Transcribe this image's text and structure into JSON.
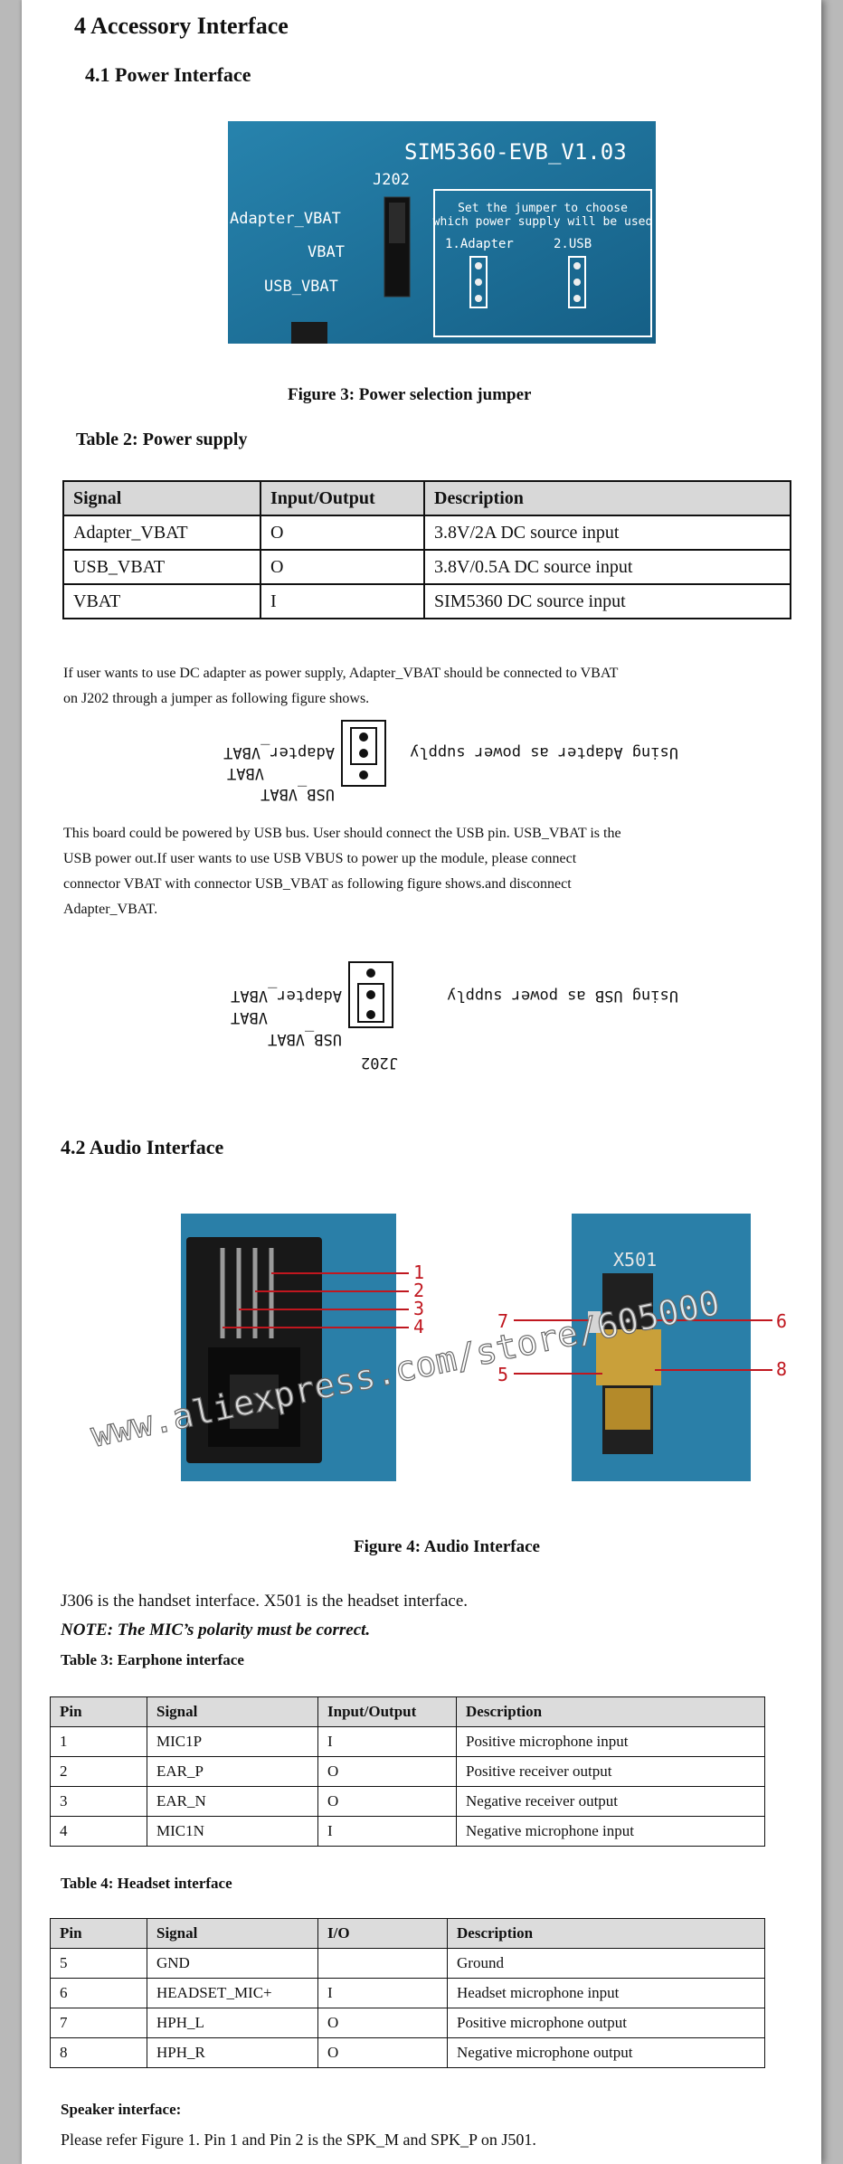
{
  "section": {
    "title": "4 Accessory Interface",
    "power_title": "4.1 Power Interface",
    "audio_title": "4.2 Audio Interface"
  },
  "figure3": {
    "board_label": "SIM5360-EVB_V1.03",
    "header_label": "J202",
    "pin_labels": [
      "Adapter_VBAT",
      "VBAT",
      "USB_VBAT"
    ],
    "note_lines": [
      "Set the jumper to choose",
      "which power supply will be used"
    ],
    "option_labels": [
      "1.Adapter",
      "2.USB"
    ],
    "caption": "Figure 3: Power selection jumper",
    "colors": {
      "board": "#1d6f98",
      "silk": "#ffffff"
    }
  },
  "table2": {
    "caption": "Table 2: Power supply",
    "headers": [
      "Signal",
      "Input/Output",
      "Description"
    ],
    "rows": [
      [
        "Adapter_VBAT",
        "O",
        "3.8V/2A DC source input"
      ],
      [
        "USB_VBAT",
        "O",
        "3.8V/0.5A DC source input"
      ],
      [
        "VBAT",
        "I",
        "SIM5360 DC source input"
      ]
    ]
  },
  "para1": {
    "lines": [
      "If user  wants to use DC  adapter as power  supply, Adapter_VBAT should  be connected to  VBAT",
      "on J202 through a jumper as following figure shows."
    ]
  },
  "jumper1": {
    "labels": [
      "Adapter_VBAT",
      "VBAT",
      "USB_VBAT"
    ],
    "side_text": "Using Adapter as power supply"
  },
  "para2": {
    "lines": [
      "This board could be powered by USB bus. User should connect the USB pin. USB_VBAT  is the",
      "USB power out.If user wants to use USB VBUS  to power up the module, please connect",
      "connector VBAT with connector USB_VBAT as following figure shows.and disconnect",
      "Adapter_VBAT."
    ]
  },
  "jumper2": {
    "labels": [
      "Adapter_VBAT",
      "VBAT",
      "USB_VBAT"
    ],
    "side_text": "Using USB as power supply",
    "header_label": "J202"
  },
  "figure4": {
    "left_pins": [
      "1",
      "2",
      "3",
      "4"
    ],
    "right_label": "X501",
    "right_pins_left": [
      "7",
      "5"
    ],
    "right_pins_right": [
      "6",
      "8"
    ],
    "watermark": "www.aliexpress.com/store/605000",
    "caption": "Figure 4: Audio Interface",
    "colors": {
      "board": "#2a7fa8",
      "pointer": "#c0171f"
    }
  },
  "audio_text": {
    "line": "J306 is the handset interface. X501 is the headset interface.",
    "note": "NOTE: The MIC’s polarity must be correct."
  },
  "table3": {
    "caption": "Table 3: Earphone interface",
    "headers": [
      "Pin",
      "Signal",
      "Input/Output",
      "Description"
    ],
    "rows": [
      [
        "1",
        "MIC1P",
        "I",
        "Positive microphone input"
      ],
      [
        "2",
        "EAR_P",
        "O",
        "Positive receiver output"
      ],
      [
        "3",
        "EAR_N",
        "O",
        "Negative receiver output"
      ],
      [
        "4",
        "MIC1N",
        "I",
        "Negative microphone input"
      ]
    ]
  },
  "table4": {
    "caption": "Table 4: Headset interface",
    "headers": [
      "Pin",
      "Signal",
      "I/O",
      "Description"
    ],
    "rows": [
      [
        "5",
        "GND",
        "",
        "Ground"
      ],
      [
        "6",
        "HEADSET_MIC+",
        "I",
        "Headset microphone input"
      ],
      [
        "7",
        "HPH_L",
        "O",
        "Positive microphone output"
      ],
      [
        "8",
        "HPH_R",
        "O",
        "Negative microphone output"
      ]
    ]
  },
  "speaker": {
    "title": "Speaker interface:",
    "text": "Please refer Figure 1. Pin 1 and Pin 2 is the SPK_M and SPK_P on J501."
  }
}
